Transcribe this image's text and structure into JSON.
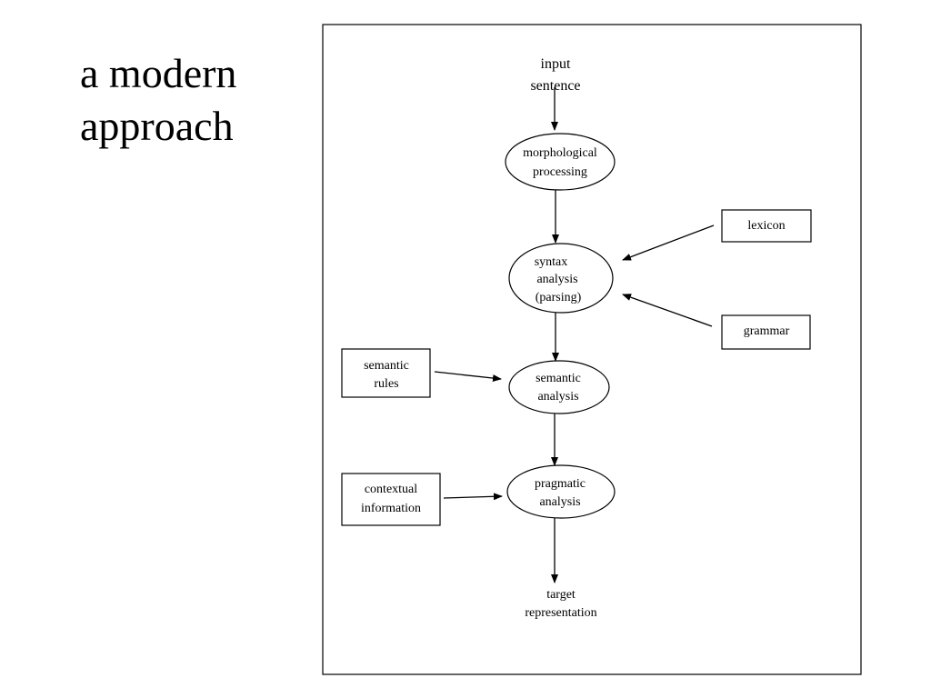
{
  "title": {
    "line1": "a modern",
    "line2": "approach"
  },
  "diagram": {
    "input": {
      "line1": "input",
      "line2": "sentence"
    },
    "morphological": {
      "line1": "morphological",
      "line2": "processing"
    },
    "syntax": {
      "line1": "syntax",
      "line2": "analysis",
      "line3": "(parsing)"
    },
    "semantic": {
      "line1": "semantic",
      "line2": "analysis"
    },
    "pragmatic": {
      "line1": "pragmatic",
      "line2": "analysis"
    },
    "target": {
      "line1": "target",
      "line2": "representation"
    },
    "lexicon": "lexicon",
    "grammar": "grammar",
    "semantic_rules": {
      "line1": "semantic",
      "line2": "rules"
    },
    "contextual": {
      "line1": "contextual",
      "line2": "information"
    }
  }
}
